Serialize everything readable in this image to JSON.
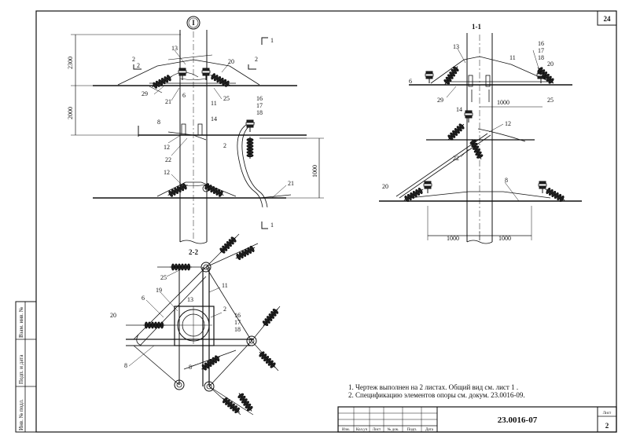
{
  "sheet": {
    "corner_number": "24",
    "doc_code": "23.0016-07",
    "sheet_label": "Лист",
    "sheet_number": "2"
  },
  "title_block": {
    "columns": [
      "Изм.",
      "Кол.уч",
      "Лист",
      "№ док.",
      "Подп.",
      "Дата"
    ]
  },
  "side_stamps": [
    "Взам. инв. №",
    "Подп. и дата",
    "Инв. № подл."
  ],
  "views": {
    "main": {
      "axis_mark": "I",
      "section_marks": [
        "1",
        "2",
        "2",
        "1"
      ],
      "dims": [
        "2300",
        "2000",
        "1000"
      ],
      "callouts": [
        "2",
        "13",
        "20",
        "29",
        "21",
        "6",
        "11",
        "25",
        "8",
        "14",
        "16",
        "17",
        "18",
        "12",
        "22",
        "2",
        "12",
        "21"
      ]
    },
    "section_1_1": {
      "title": "1-1",
      "dims": [
        "1000",
        "1000",
        "1000"
      ],
      "callouts": [
        "13",
        "11",
        "16",
        "17",
        "18",
        "20",
        "6",
        "29",
        "25",
        "14",
        "12",
        "22",
        "8",
        "20"
      ]
    },
    "section_2_2": {
      "title": "2-2",
      "callouts": [
        "25",
        "11",
        "6",
        "19",
        "13",
        "2",
        "20",
        "16",
        "17",
        "18",
        "8",
        "8"
      ]
    }
  },
  "notes": [
    "1. Чертеж выполнен на 2 листах. Общий вид см. лист 1 .",
    "2. Спецификацию элементов опоры см. докум. 23.0016-09."
  ]
}
